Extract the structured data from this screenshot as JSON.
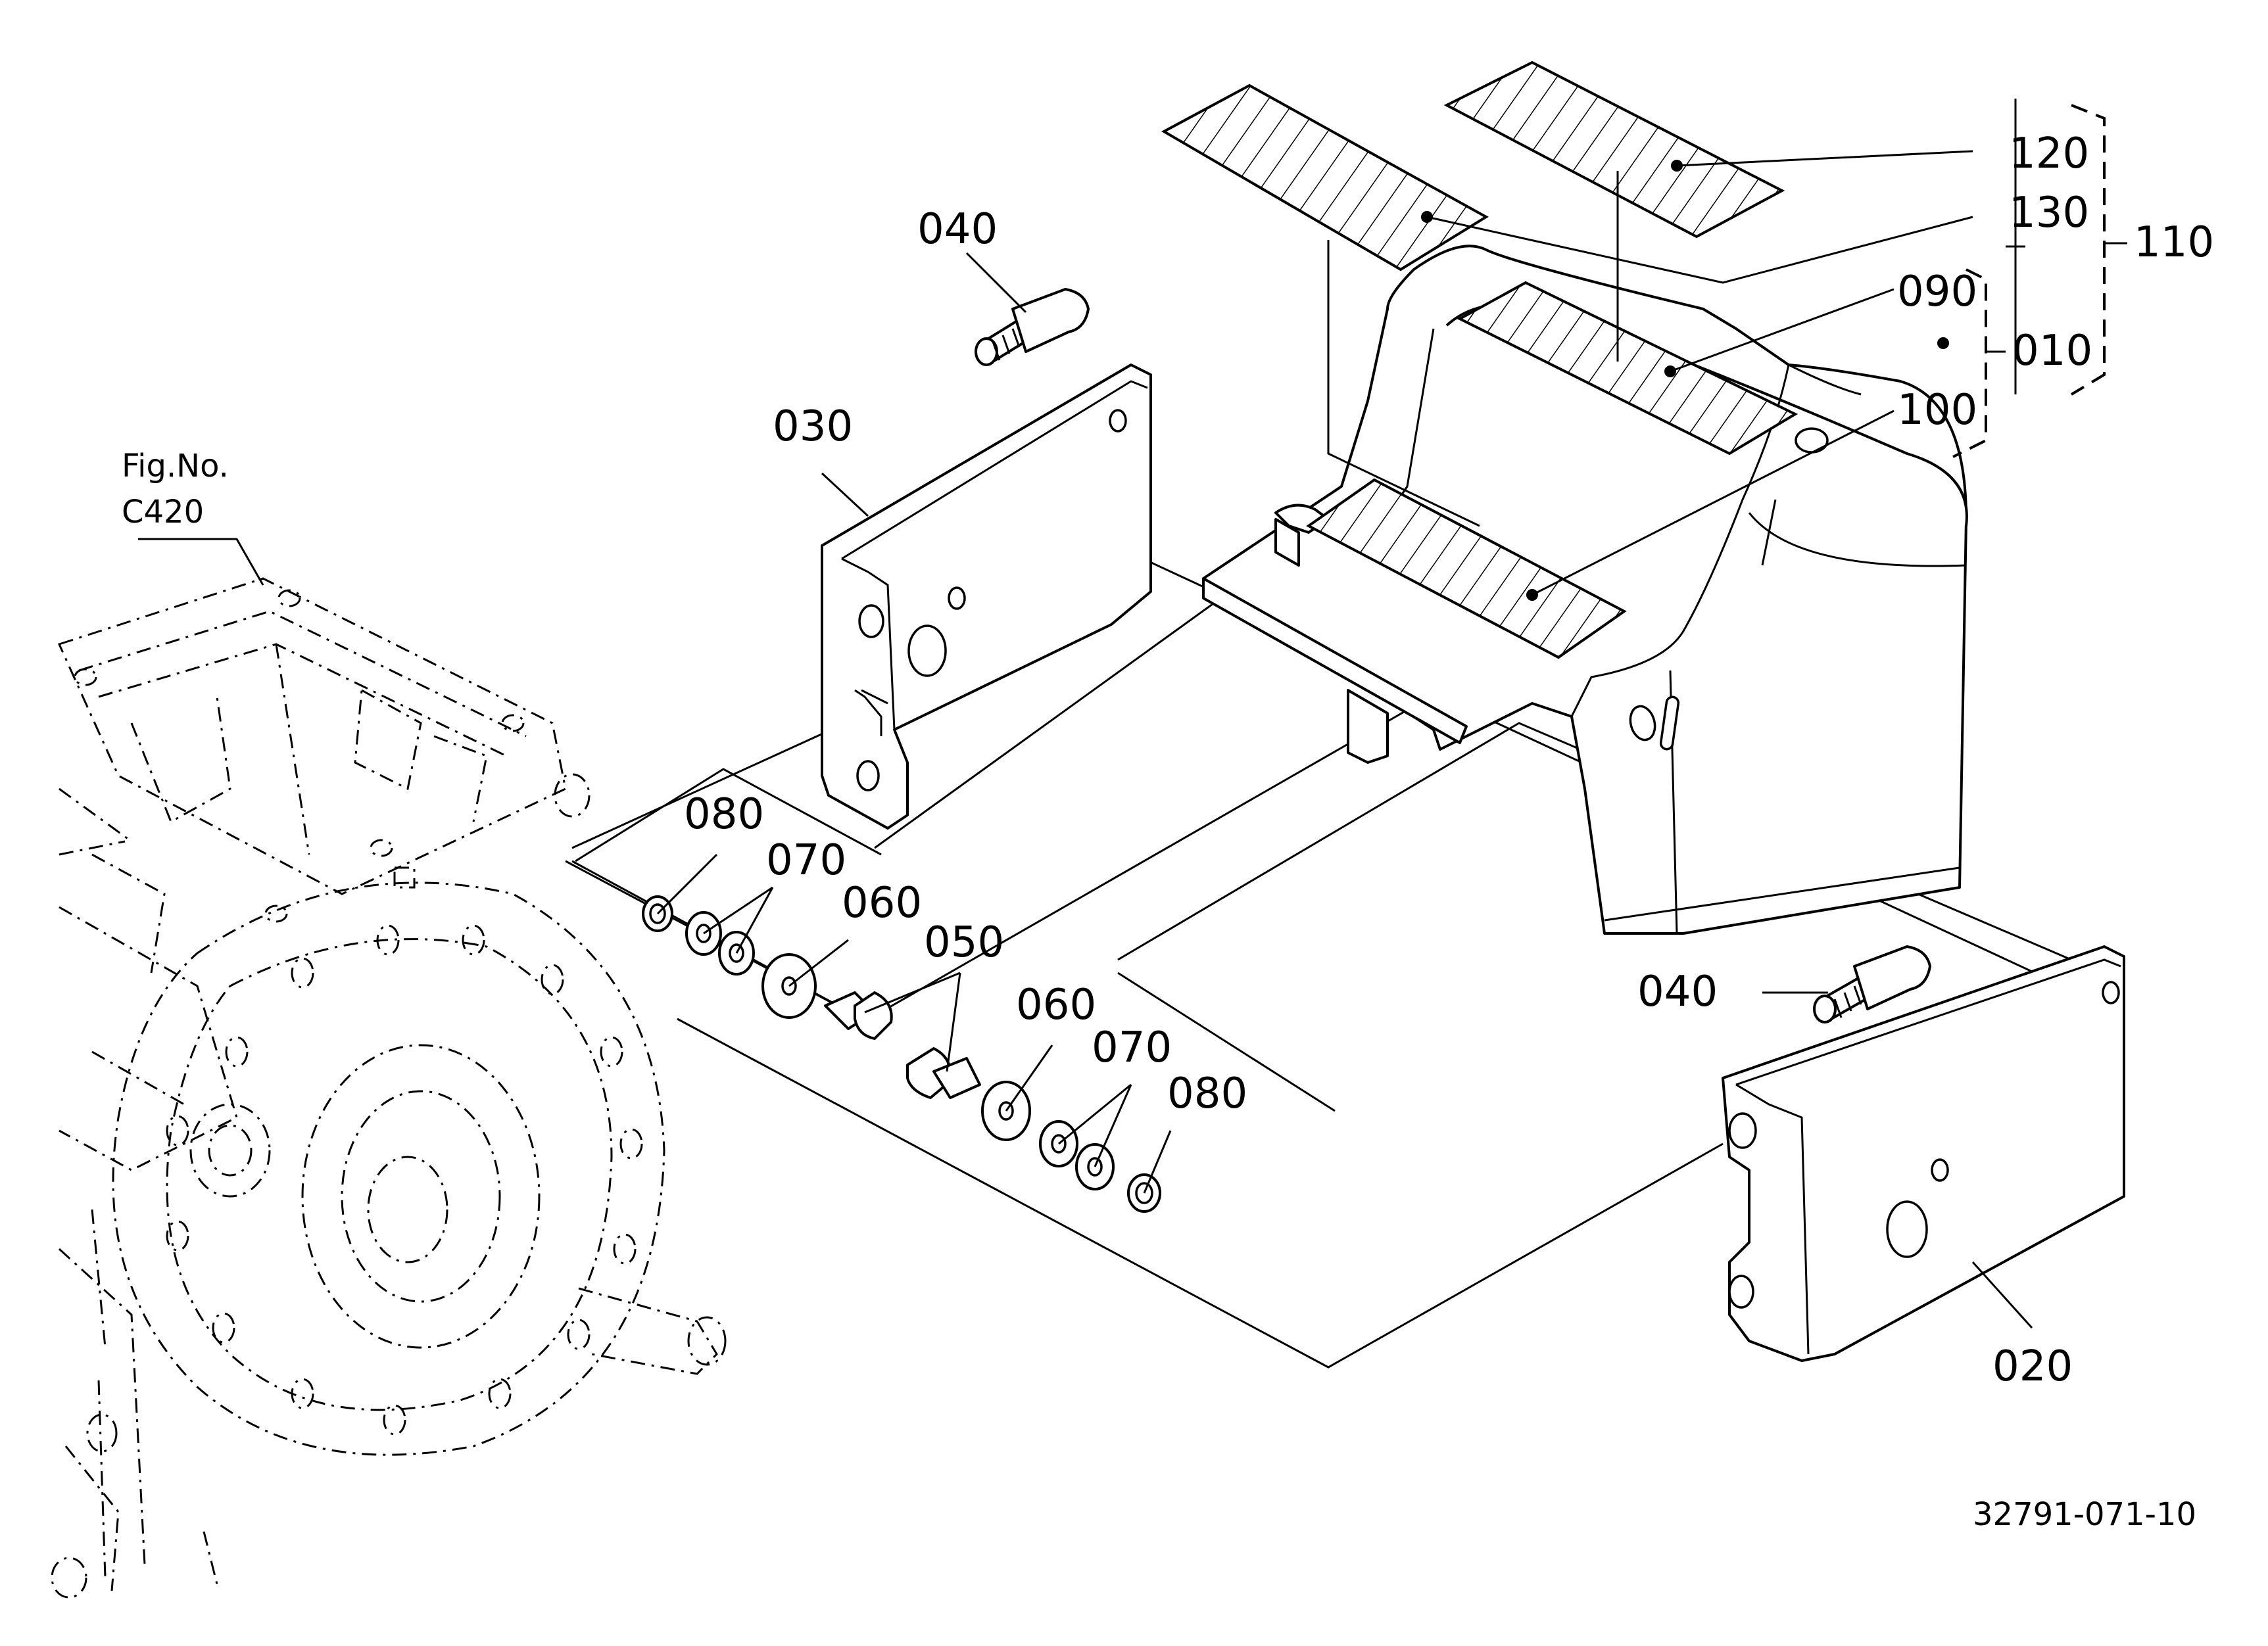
{
  "figure_reference": {
    "line1": "Fig.No.",
    "line2": "C420"
  },
  "callouts": {
    "c010": "010",
    "c020": "020",
    "c030": "030",
    "c040_top": "040",
    "c040_right": "040",
    "c050": "050",
    "c060_left": "060",
    "c060_right": "060",
    "c070_left": "070",
    "c070_right": "070",
    "c080_left": "080",
    "c080_right": "080",
    "c090": "090",
    "c100": "100",
    "c110": "110",
    "c120": "120",
    "c130": "130"
  },
  "drawing_number": "32791-071-10"
}
